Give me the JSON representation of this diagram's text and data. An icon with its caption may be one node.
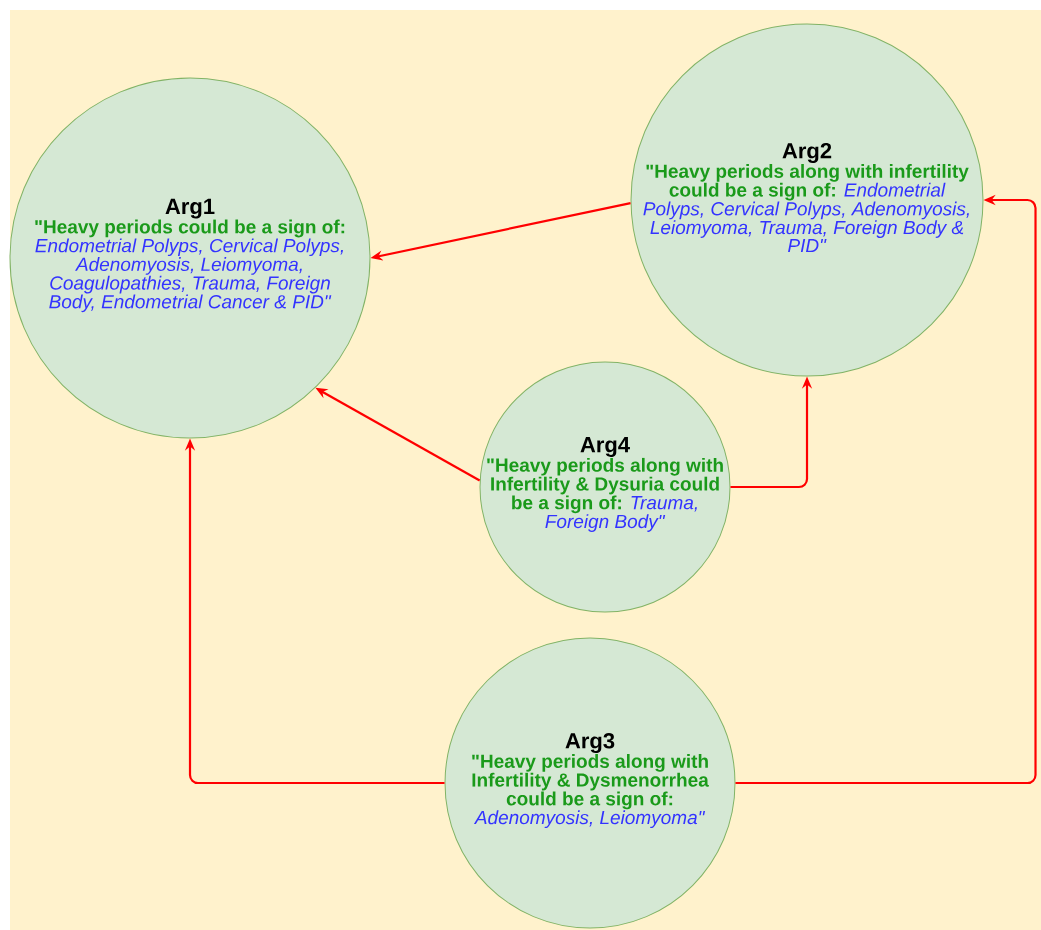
{
  "diagram": {
    "nodes": [
      {
        "text": [
          "Arg1",
          "**\"Heavy periods could be a sign of:** *Endometrial Polyps, Cervical Polyps, Adenomyosis, Leiomyoma, Coagulopathies, Trauma, Foreign Body, Endometrial Cancer & PID\"*"
        ]
      },
      {
        "text": [
          "Arg2",
          "**\"Heavy periods along with infertility could be a sign of:** *Endometrial Polyps, Cervical Polyps, Adenomyosis, Leiomyoma, Trauma, Foreign Body & PID\"*"
        ]
      },
      {
        "text": [
          "Arg4",
          "**\"Heavy periods along with Infertility & Dysuria could be a sign of:** *Trauma, Foreign Body\"*"
        ]
      },
      {
        "text": [
          "Arg3",
          "**\"Heavy periods along with Infertility & Dysmenorrhea could be a sign of:** *Adenomyosis, Leiomyoma\"*"
        ]
      }
    ],
    "edges": [
      {
        "from": 1,
        "to": 0,
        "arrow": "to"
      },
      {
        "from": 2,
        "to": 0,
        "arrow": "to"
      },
      {
        "from": 2,
        "to": 1,
        "arrow": "to"
      },
      {
        "from": 3,
        "to": 0,
        "arrow": "to"
      },
      {
        "from": 3,
        "to": 1,
        "arrow": "to"
      }
    ]
  }
}
